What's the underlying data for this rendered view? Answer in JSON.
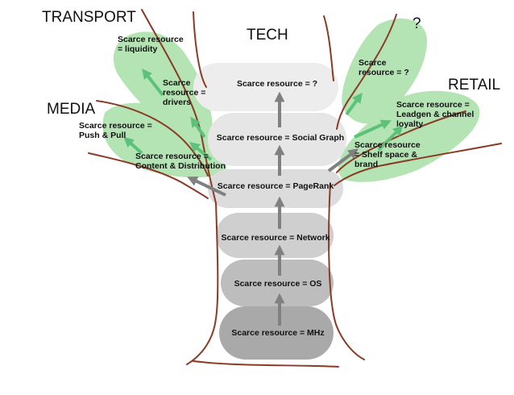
{
  "sectors": {
    "transport": "TRANSPORT",
    "tech": "TECH",
    "media": "MEDIA",
    "retail": "RETAIL",
    "unknown": "?"
  },
  "trunk_levels": {
    "mhz": "Scarce resource = MHz",
    "os": "Scarce resource = OS",
    "network": "Scarce resource = Network",
    "pagerank": "Scarce resource = PageRank",
    "social_graph": "Scarce resource = Social Graph",
    "unknown": "Scarce resource = ?"
  },
  "transport_branch": {
    "liquidity": "Scarce resource = liquidity",
    "drivers": "Scarce resource = drivers"
  },
  "media_branch": {
    "push_pull": "Scarce resource = Push & Pull",
    "content_distribution": "Scarce resource = Content & Distribution"
  },
  "retail_branch": {
    "shelf_space": "Scarce resource = Shelf space & brand",
    "leadgen": "Scarce resource = Leadgen & channel loyalty",
    "unknown": "Scarce resource = ?"
  },
  "colors": {
    "trunk_outline": "#8b3a26",
    "leaf_green": "#a8dfa8",
    "arrow_green": "#5cc27a",
    "arrow_gray": "#808080"
  }
}
